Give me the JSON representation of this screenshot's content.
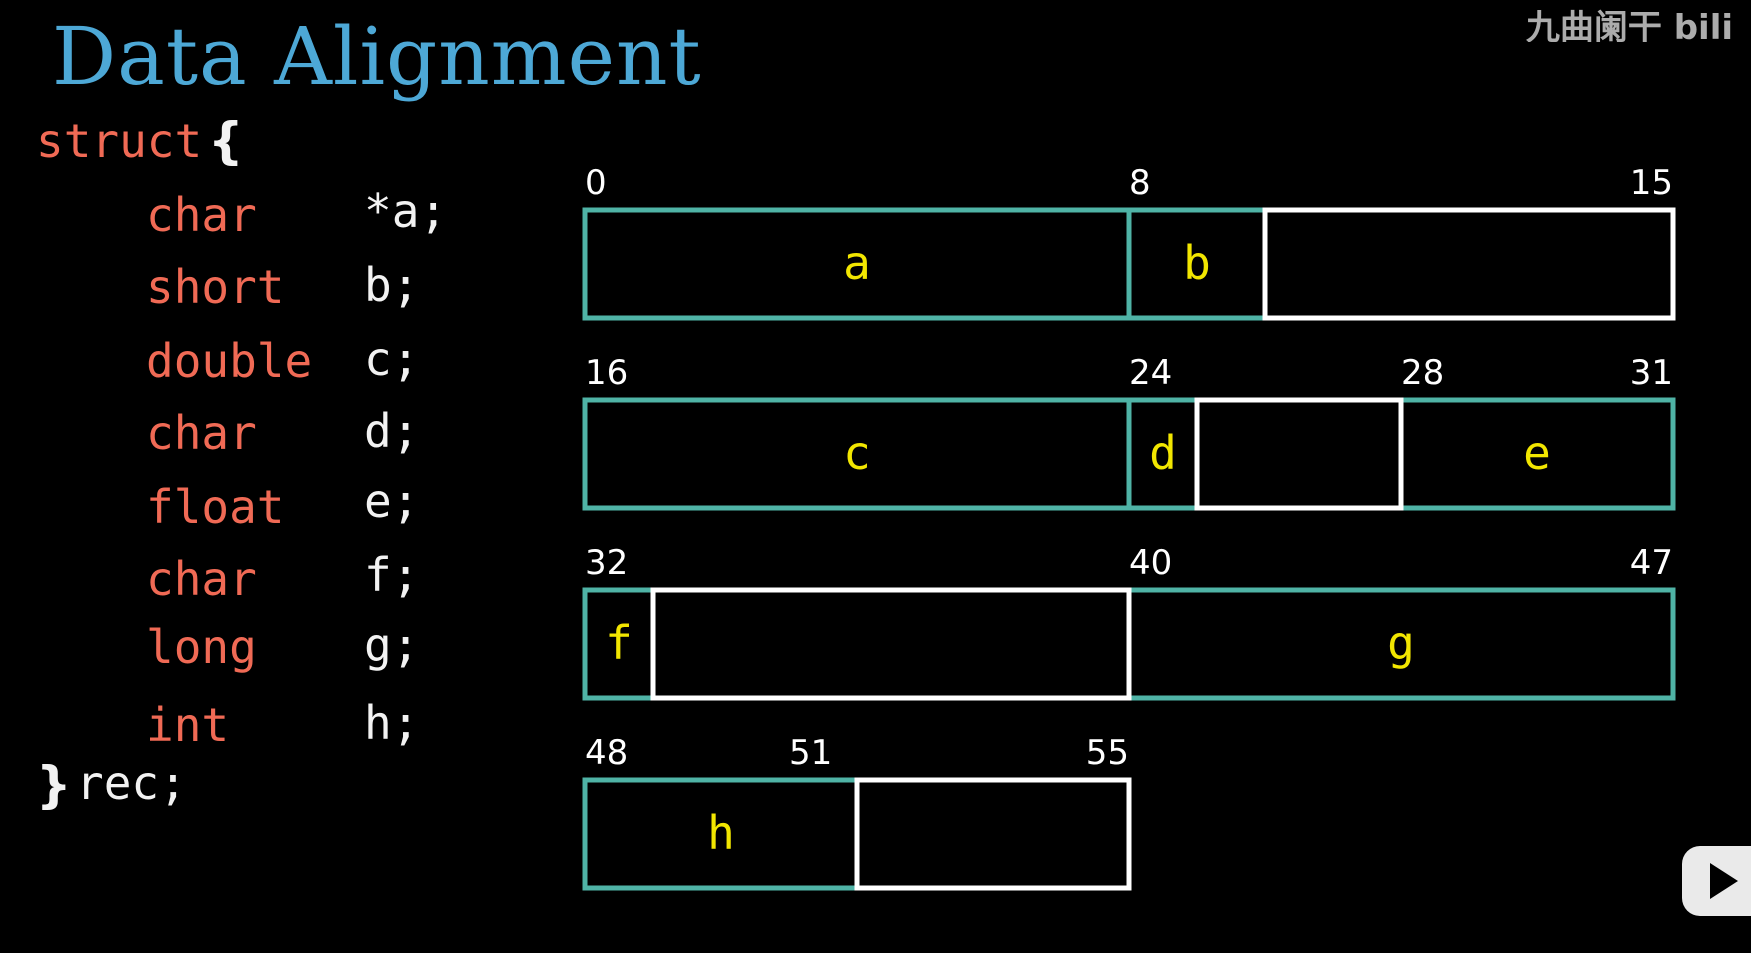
{
  "title": "Data Alignment",
  "struct": {
    "open_kw": "struct",
    "open_brace": "{",
    "fields": [
      {
        "type": "char",
        "decl": "*a;"
      },
      {
        "type": "short",
        "decl": "b;"
      },
      {
        "type": "double",
        "decl": "c;"
      },
      {
        "type": "char",
        "decl": "d;"
      },
      {
        "type": "float",
        "decl": "e;"
      },
      {
        "type": "char",
        "decl": "f;"
      },
      {
        "type": "long",
        "decl": "g;"
      },
      {
        "type": "int",
        "decl": "h;"
      }
    ],
    "close_brace": "}",
    "close_name": "rec;"
  },
  "memory_rows": [
    {
      "start": 0,
      "end": 15,
      "offset_labels": [
        "0",
        "8",
        "15"
      ],
      "cells": [
        {
          "label": "a",
          "from": 0,
          "to": 8,
          "kind": "field"
        },
        {
          "label": "b",
          "from": 8,
          "to": 10,
          "kind": "field"
        },
        {
          "label": "",
          "from": 10,
          "to": 16,
          "kind": "padding"
        }
      ]
    },
    {
      "start": 16,
      "end": 31,
      "offset_labels": [
        "16",
        "24",
        "28",
        "31"
      ],
      "cells": [
        {
          "label": "c",
          "from": 16,
          "to": 24,
          "kind": "field"
        },
        {
          "label": "d",
          "from": 24,
          "to": 25,
          "kind": "field"
        },
        {
          "label": "",
          "from": 25,
          "to": 28,
          "kind": "padding"
        },
        {
          "label": "e",
          "from": 28,
          "to": 32,
          "kind": "field"
        }
      ]
    },
    {
      "start": 32,
      "end": 47,
      "offset_labels": [
        "32",
        "40",
        "47"
      ],
      "cells": [
        {
          "label": "f",
          "from": 32,
          "to": 33,
          "kind": "field"
        },
        {
          "label": "",
          "from": 33,
          "to": 40,
          "kind": "padding"
        },
        {
          "label": "g",
          "from": 40,
          "to": 48,
          "kind": "field"
        }
      ]
    },
    {
      "start": 48,
      "end": 55,
      "offset_labels": [
        "48",
        "51",
        "55"
      ],
      "cells": [
        {
          "label": "h",
          "from": 48,
          "to": 52,
          "kind": "field"
        },
        {
          "label": "",
          "from": 52,
          "to": 56,
          "kind": "padding"
        }
      ]
    }
  ],
  "watermark": "九曲阑干 bili",
  "colors": {
    "title": "#4da8d6",
    "keyword": "#f06a55",
    "field_border": "#4fb3a6",
    "padding_border": "#ffffff",
    "field_label": "#f2e600",
    "offset_label": "#ffffff"
  }
}
